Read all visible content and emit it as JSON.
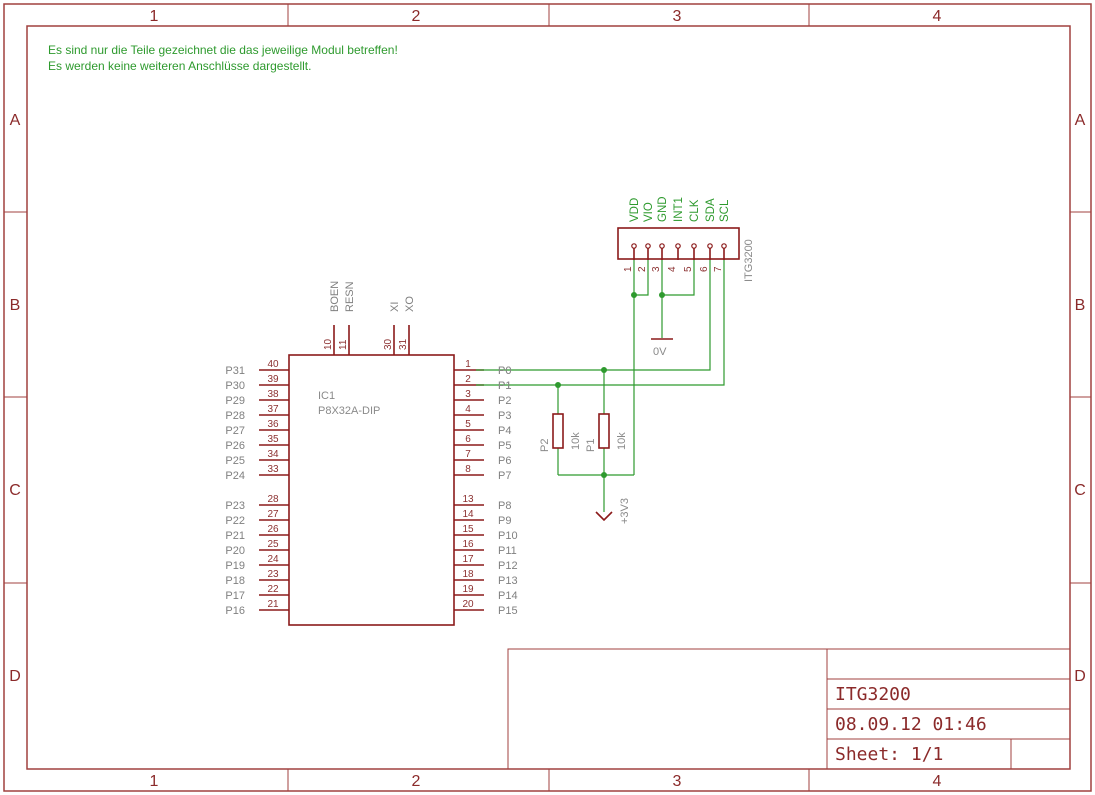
{
  "note": {
    "line1": "Es sind nur die Teile gezeichnet die das jeweilige Modul betreffen!",
    "line2": "Es werden keine weiteren Anschlüsse dargestellt."
  },
  "frame": {
    "columns": [
      "1",
      "2",
      "3",
      "4"
    ],
    "rows": [
      "A",
      "B",
      "C",
      "D"
    ]
  },
  "ic1": {
    "name": "IC1",
    "value": "P8X32A-DIP",
    "left_pins": [
      {
        "name": "P31",
        "num": "40"
      },
      {
        "name": "P30",
        "num": "39"
      },
      {
        "name": "P29",
        "num": "38"
      },
      {
        "name": "P28",
        "num": "37"
      },
      {
        "name": "P27",
        "num": "36"
      },
      {
        "name": "P26",
        "num": "35"
      },
      {
        "name": "P25",
        "num": "34"
      },
      {
        "name": "P24",
        "num": "33"
      },
      {
        "name": "P23",
        "num": "28"
      },
      {
        "name": "P22",
        "num": "27"
      },
      {
        "name": "P21",
        "num": "26"
      },
      {
        "name": "P20",
        "num": "25"
      },
      {
        "name": "P19",
        "num": "24"
      },
      {
        "name": "P18",
        "num": "23"
      },
      {
        "name": "P17",
        "num": "22"
      },
      {
        "name": "P16",
        "num": "21"
      }
    ],
    "right_pins": [
      {
        "name": "P0",
        "num": "1"
      },
      {
        "name": "P1",
        "num": "2"
      },
      {
        "name": "P2",
        "num": "3"
      },
      {
        "name": "P3",
        "num": "4"
      },
      {
        "name": "P4",
        "num": "5"
      },
      {
        "name": "P5",
        "num": "6"
      },
      {
        "name": "P6",
        "num": "7"
      },
      {
        "name": "P7",
        "num": "8"
      },
      {
        "name": "P8",
        "num": "13"
      },
      {
        "name": "P9",
        "num": "14"
      },
      {
        "name": "P10",
        "num": "15"
      },
      {
        "name": "P11",
        "num": "16"
      },
      {
        "name": "P12",
        "num": "17"
      },
      {
        "name": "P13",
        "num": "18"
      },
      {
        "name": "P14",
        "num": "19"
      },
      {
        "name": "P15",
        "num": "20"
      }
    ],
    "top_pins": [
      {
        "name": "BOEN",
        "num": "10"
      },
      {
        "name": "RESN",
        "num": "11"
      },
      {
        "name": "XI",
        "num": "30"
      },
      {
        "name": "XO",
        "num": "31"
      }
    ]
  },
  "itg": {
    "name": "ITG3200",
    "pins": [
      {
        "name": "VDD",
        "num": "1"
      },
      {
        "name": "VIO",
        "num": "2"
      },
      {
        "name": "GND",
        "num": "3"
      },
      {
        "name": "INT1",
        "num": "4"
      },
      {
        "name": "CLK",
        "num": "5"
      },
      {
        "name": "SDA",
        "num": "6"
      },
      {
        "name": "SCL",
        "num": "7"
      }
    ]
  },
  "resistors": [
    {
      "name": "P2",
      "value": "10k"
    },
    {
      "name": "P1",
      "value": "10k"
    }
  ],
  "nets": {
    "p0": "P0",
    "p1": "P1",
    "gnd": "0V",
    "vcc": "+3V3"
  },
  "titleblock": {
    "title": "ITG3200",
    "date": "08.09.12 01:46",
    "sheet": "Sheet: 1/1"
  }
}
